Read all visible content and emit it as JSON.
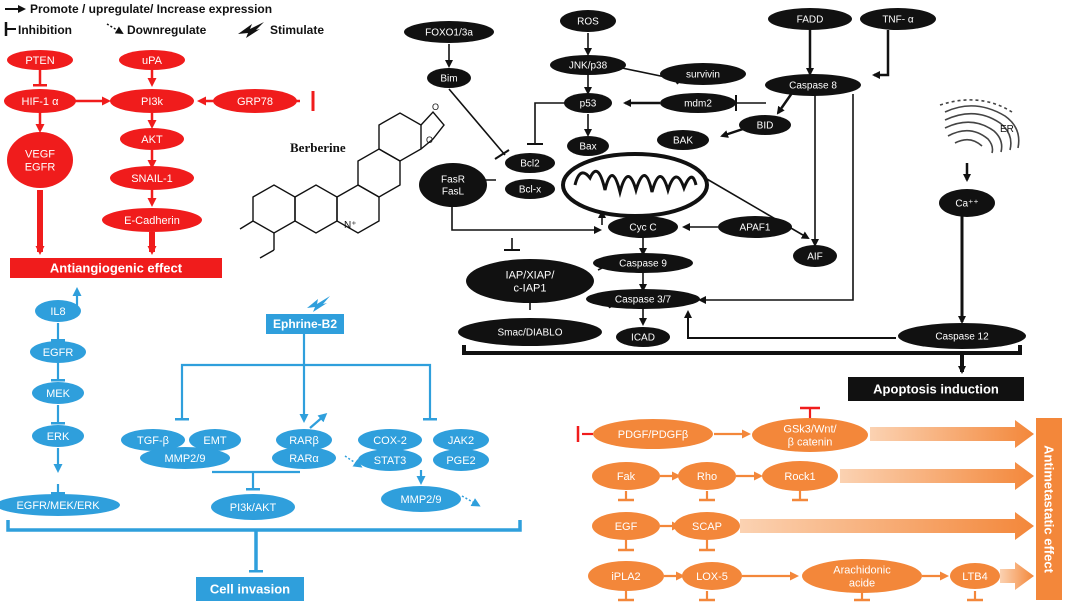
{
  "colors": {
    "red": "#f01c1c",
    "black": "#111111",
    "blue": "#2f9fdc",
    "orange": "#f3873a",
    "white": "#ffffff"
  },
  "legend": {
    "promote": "Promote / upregulate/ Increase expression",
    "inhibition": "Inhibition",
    "downregulate": "Downregulate",
    "stimulate": "Stimulate"
  },
  "drug": {
    "name": "Berberine"
  },
  "angiogenic": {
    "nodes": {
      "pten": "PTEN",
      "upa": "uPA",
      "hif": "HIF-1 α",
      "pi3k": "PI3k",
      "grp78": "GRP78",
      "akt": "AKT",
      "vegf": "VEGF\nEGFR",
      "snail": "SNAIL-1",
      "ecad": "E-Cadherin"
    },
    "effect": "Antiangiogenic effect"
  },
  "apoptosis": {
    "nodes": {
      "foxo": "FOXO1/3a",
      "ros": "ROS",
      "fadd": "FADD",
      "tnf": "TNF- α",
      "bim": "Bim",
      "jnk": "JNK/p38",
      "survivin": "survivin",
      "casp8": "Caspase 8",
      "p53": "p53",
      "mdm2": "mdm2",
      "bid": "BID",
      "bax": "Bax",
      "bak": "BAK",
      "bcl2": "Bcl2",
      "bclx": "Bcl-x",
      "fas": "FasR\nFasL",
      "cycc": "Cyc C",
      "apaf1": "APAF1",
      "ca": "Ca⁺⁺",
      "aif": "AIF",
      "iap": "IAP/XIAP/\nc-IAP1",
      "casp9": "Caspase 9",
      "casp37": "Caspase 3/7",
      "smac": "Smac/DIABLO",
      "icad": "ICAD",
      "casp12": "Caspase 12"
    },
    "er_label": "ER",
    "effect": "Apoptosis induction"
  },
  "invasion": {
    "nodes": {
      "il8": "IL8",
      "egfr": "EGFR",
      "mek": "MEK",
      "erk": "ERK",
      "egfrmekerk": "EGFR/MEK/ERK",
      "ephrine": "Ephrine-B2",
      "tgfb": "TGF-β",
      "emt": "EMT",
      "mmp29a": "MMP2/9",
      "rarb": "RARβ",
      "rara": "RARα",
      "cox2": "COX-2",
      "jak2": "JAK2",
      "stat3": "STAT3",
      "pge2": "PGE2",
      "pi3kakt": "PI3k/AKT",
      "mmp29b": "MMP2/9"
    },
    "effect": "Cell invasion"
  },
  "metastatic": {
    "nodes": {
      "pdgf": "PDGF/PDGFβ",
      "gsk": "GSk3/Wnt/\nβ catenin",
      "fak": "Fak",
      "rho": "Rho",
      "rock1": "Rock1",
      "egf": "EGF",
      "scap": "SCAP",
      "ipla2": "iPLA2",
      "lox5": "LOX-5",
      "arach": "Arachidonic\nacide",
      "ltb4": "LTB4"
    },
    "effect": "Antimetastatic effect"
  }
}
